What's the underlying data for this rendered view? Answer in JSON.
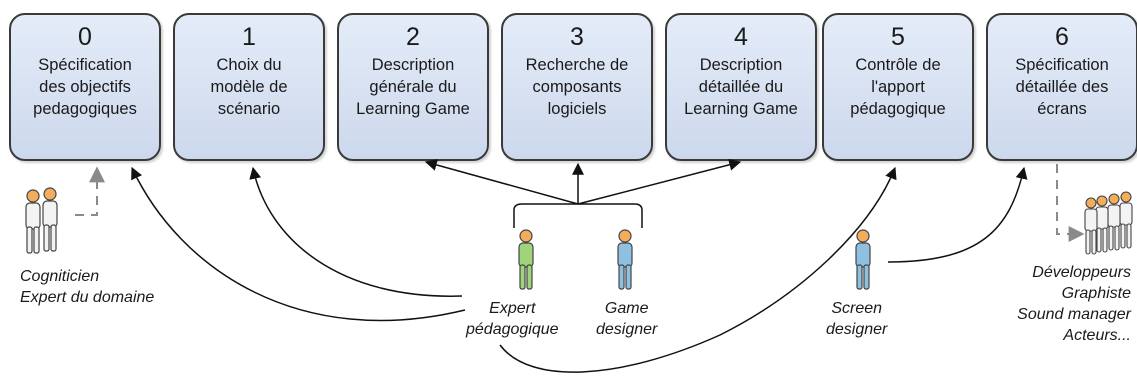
{
  "steps": [
    {
      "number": "0",
      "label": "Spécification\ndes objectifs\npedagogiques"
    },
    {
      "number": "1",
      "label": "Choix du\nmodèle de\nscénario"
    },
    {
      "number": "2",
      "label": "Description\ngénérale du\nLearning Game"
    },
    {
      "number": "3",
      "label": "Recherche de\ncomposants\nlogiciels"
    },
    {
      "number": "4",
      "label": "Description\ndétaillée du\nLearning Game"
    },
    {
      "number": "5",
      "label": "Contrôle de\nl'apport\npédagogique"
    },
    {
      "number": "6",
      "label": "Spécification\ndétaillée des\nécrans"
    }
  ],
  "roles": {
    "cogniticien": "Cogniticien\nExpert du domaine",
    "expert": "Expert\npédagogique",
    "game": "Game\ndesigner",
    "screen": "Screen\ndesigner",
    "dev": "Développeurs\nGraphiste\nSound manager\nActeurs..."
  },
  "colors": {
    "box_fill": "#dbe5f4",
    "box_border": "#3a3a3a",
    "expert_figure": "#9fd47a",
    "designer_figure": "#8fc0e0",
    "team_figure": "#f0f0f0"
  }
}
